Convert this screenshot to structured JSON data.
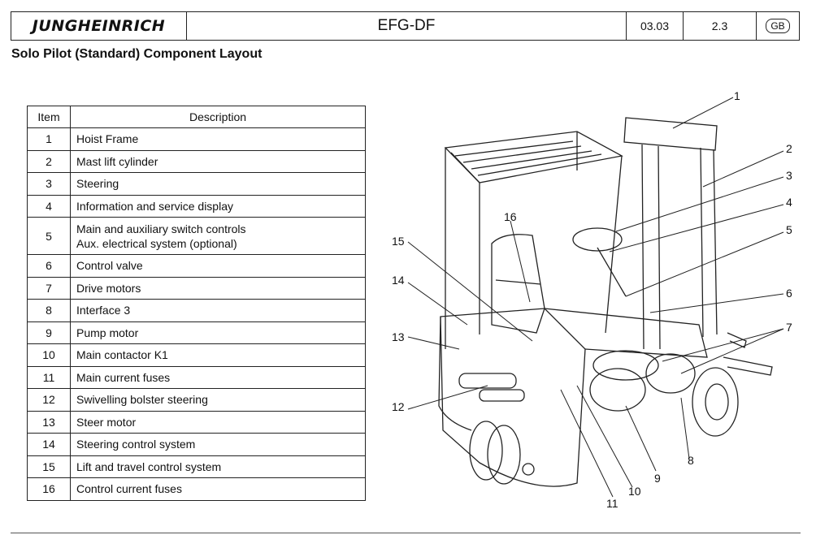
{
  "header": {
    "brand": "JUNGHEINRICH",
    "model": "EFG-DF",
    "date": "03.03",
    "section": "2.3",
    "language": "GB"
  },
  "title": "Solo Pilot (Standard) Component Layout",
  "table": {
    "col_item": "Item",
    "col_description": "Description",
    "rows": [
      {
        "item": "1",
        "description": "Hoist Frame"
      },
      {
        "item": "2",
        "description": "Mast lift cylinder"
      },
      {
        "item": "3",
        "description": "Steering"
      },
      {
        "item": "4",
        "description": "Information and service display"
      },
      {
        "item": "5",
        "description": "Main and auxiliary switch controls",
        "description2": "Aux. electrical system (optional)"
      },
      {
        "item": "6",
        "description": "Control valve"
      },
      {
        "item": "7",
        "description": "Drive motors"
      },
      {
        "item": "8",
        "description": "Interface 3"
      },
      {
        "item": "9",
        "description": "Pump motor"
      },
      {
        "item": "10",
        "description": "Main contactor K1"
      },
      {
        "item": "11",
        "description": "Main current fuses"
      },
      {
        "item": "12",
        "description": "Swivelling bolster steering"
      },
      {
        "item": "13",
        "description": "Steer motor"
      },
      {
        "item": "14",
        "description": "Steering control system"
      },
      {
        "item": "15",
        "description": "Lift and travel control system"
      },
      {
        "item": "16",
        "description": "Control current fuses"
      }
    ]
  },
  "callouts": [
    "1",
    "2",
    "3",
    "4",
    "5",
    "6",
    "7",
    "8",
    "9",
    "10",
    "11",
    "12",
    "13",
    "14",
    "15",
    "16"
  ]
}
